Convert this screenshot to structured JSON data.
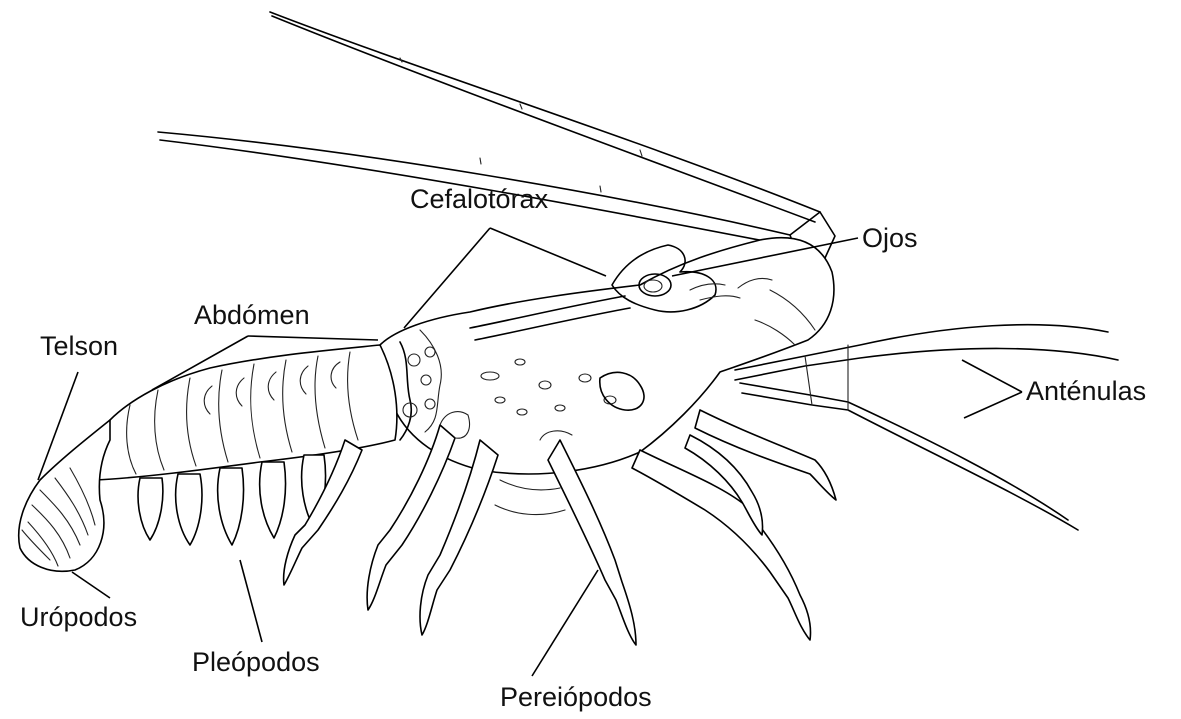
{
  "labels": {
    "cefalotorax": "Cefalotórax",
    "ojos": "Ojos",
    "abdomen": "Abdómen",
    "telson": "Telson",
    "antenulas": "Anténulas",
    "uropodos": "Urópodos",
    "pleopodos": "Pleópodos",
    "pereiopodos": "Pereiópodos"
  }
}
